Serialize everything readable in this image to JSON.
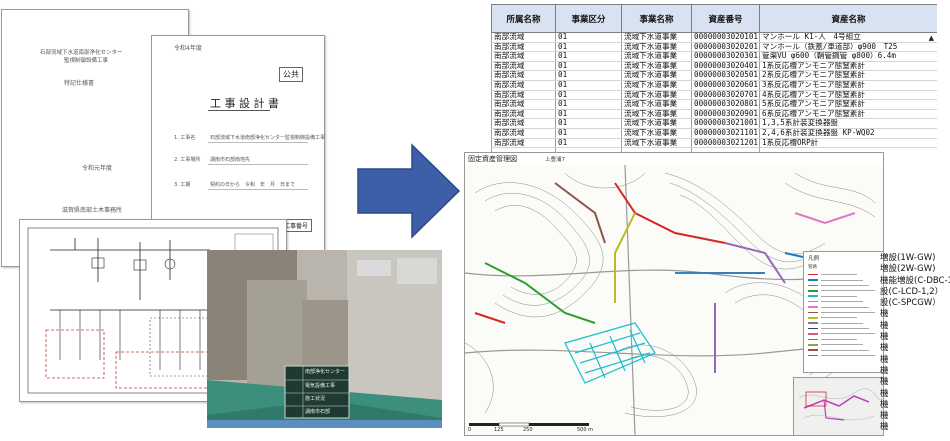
{
  "cover_doc": {
    "line1": "石部流域下水道南部浄化センター",
    "line2": "監視制御設備工事",
    "line3": "特記仕様書",
    "line4": "令和元年度",
    "line5": "滋賀県南部土木事務所"
  },
  "design_doc": {
    "year": "令和4年度",
    "public_label": "公共",
    "title": "工 事 設 計 書",
    "row1_label": "1. 工事名",
    "row1_value": "石部流域下水道南部浄化センター監視制御設備工事",
    "row2_label": "2. 工事場所",
    "row2_value": "湖南市石部南地先",
    "row3_label": "3. 工期",
    "row3_value": "契約の日から　令和　年　月　日まで",
    "footer_label": "工事番号"
  },
  "photo_board": {
    "line1": "南部浄化センター",
    "line2": "電気設備工事",
    "line3": "施工状況",
    "line4": "湖南市石部"
  },
  "asset_table": {
    "headers": [
      "所属名称",
      "事業区分",
      "事業名称",
      "資産番号",
      "資産名称"
    ],
    "rows": [
      [
        "南部流域",
        "01",
        "流域下水道事業",
        "00000003020101",
        "マンホール K1-人　4号組立"
      ],
      [
        "南部流域",
        "01",
        "流域下水道事業",
        "00000003020201",
        "マンホール（鉄蓋/車道部）φ900　T25"
      ],
      [
        "南部流域",
        "01",
        "流域下水道事業",
        "00000003020301",
        "管渠VU φ600（鞘管鋼管 φ800）6.4m"
      ],
      [
        "南部流域",
        "01",
        "流域下水道事業",
        "00000003020401",
        "1系反応槽アンモニア態窒素計"
      ],
      [
        "南部流域",
        "01",
        "流域下水道事業",
        "00000003020501",
        "2系反応槽アンモニア態窒素計"
      ],
      [
        "南部流域",
        "01",
        "流域下水道事業",
        "00000003020601",
        "3系反応槽アンモニア態窒素計"
      ],
      [
        "南部流域",
        "01",
        "流域下水道事業",
        "00000003020701",
        "4系反応槽アンモニア態窒素計"
      ],
      [
        "南部流域",
        "01",
        "流域下水道事業",
        "00000003020801",
        "5系反応槽アンモニア態窒素計"
      ],
      [
        "南部流域",
        "01",
        "流域下水道事業",
        "00000003020901",
        "6系反応槽アンモニア態窒素計"
      ],
      [
        "南部流域",
        "01",
        "流域下水道事業",
        "00000003021001",
        "1,3,5系計装変換器盤"
      ],
      [
        "南部流域",
        "01",
        "流域下水道事業",
        "00000003021101",
        "2,4,6系計装変換器盤 KP-WQ02"
      ],
      [
        "南部流域",
        "01",
        "流域下水道事業",
        "00000003021201",
        "1系反応槽ORP計"
      ],
      [
        "",
        "",
        "",
        "",
        ""
      ]
    ]
  },
  "map": {
    "title": "固定資産管理図",
    "subtitle": "上豊浦7",
    "scale_labels": [
      "0",
      "125",
      "250",
      "500 m"
    ],
    "legend_title": "凡例",
    "legend_sub": "管路",
    "legend_colors": [
      "#d62728",
      "#1f77b4",
      "#9467bd",
      "#2ca02c",
      "#17becf",
      "#ff7f0e",
      "#e377c2",
      "#8c564b",
      "#bcbd22",
      "#7f7f7f",
      "#393b79",
      "#d6616b",
      "#6b6ecf",
      "#8ca252",
      "#ad494a",
      "#3182bd"
    ]
  },
  "overflow_text": [
    "増設(1W-GW)",
    "増設(2W-GW)",
    "機能増設(C-DBC-1",
    "設(C-LCD-1,2）",
    "設(C-SPCGW）",
    "機",
    "機",
    "機",
    "機",
    "機",
    "機",
    "機",
    "機",
    "機",
    "機",
    "機"
  ],
  "colors": {
    "arrow": "#3d5fa8",
    "header_bg": "#d9e2f1"
  }
}
